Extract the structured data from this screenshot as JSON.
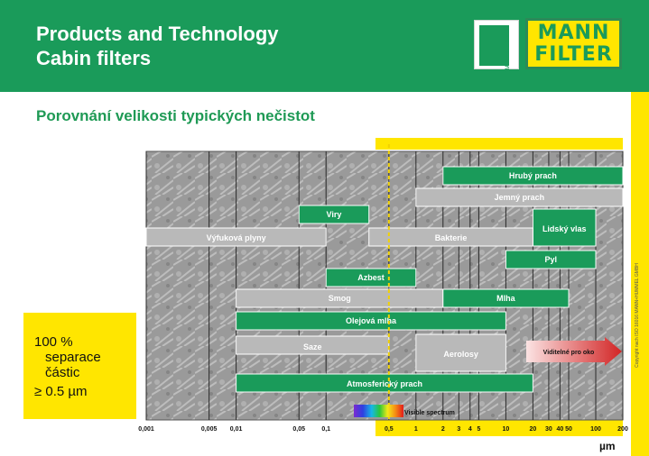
{
  "header": {
    "title_line1": "Products and Technology",
    "title_line2": "Cabin filters",
    "logo_mann_hummel": "MANN+HUMMEL",
    "logo_mann_filter_line1": "MANN",
    "logo_mann_filter_line2": "FILTER"
  },
  "subtitle": "Porovnání velikosti typických nečistot",
  "legend": {
    "line1": "100 %",
    "line2": "separace",
    "line3": "částic",
    "line4": "≥ 0.5 µm"
  },
  "copyright": "Copyright nach ISO 16016 MANN+HUMMEL GMBH",
  "colors": {
    "brand_green": "#1a9b5a",
    "bar_green": "#1a9b5a",
    "bar_gray": "#b9b9b9",
    "accent_yellow": "#ffe600",
    "threshold_line": "#f2d200",
    "visible_arrow_red": "#d22525"
  },
  "chart_data": {
    "type": "range-bar",
    "xscale": "log",
    "xlim": [
      0.001,
      200
    ],
    "unit": "µm",
    "tick_labels": [
      {
        "value": 0.001,
        "label": "0,001"
      },
      {
        "value": 0.005,
        "label": "0,005"
      },
      {
        "value": 0.01,
        "label": "0,01"
      },
      {
        "value": 0.05,
        "label": "0,05"
      },
      {
        "value": 0.1,
        "label": "0,1"
      },
      {
        "value": 0.5,
        "label": "0,5"
      },
      {
        "value": 1,
        "label": "1"
      },
      {
        "value": 2,
        "label": "2"
      },
      {
        "value": 3,
        "label": "3"
      },
      {
        "value": 4,
        "label": "4"
      },
      {
        "value": 5,
        "label": "5"
      },
      {
        "value": 10,
        "label": "10"
      },
      {
        "value": 20,
        "label": "20"
      },
      {
        "value": 30,
        "label": "30"
      },
      {
        "value": 40,
        "label": "40"
      },
      {
        "value": 50,
        "label": "50"
      },
      {
        "value": 100,
        "label": "100"
      },
      {
        "value": 200,
        "label": "200"
      }
    ],
    "threshold": 0.5,
    "ranges": [
      {
        "name": "Hrubý prach",
        "from": 2,
        "to": 200,
        "color": "green"
      },
      {
        "name": "Jemný prach",
        "from": 1,
        "to": 200,
        "color": "gray"
      },
      {
        "name": "Viry",
        "from": 0.05,
        "to": 0.3,
        "color": "green"
      },
      {
        "name": "Lidský vlas",
        "from": 20,
        "to": 100,
        "color": "green"
      },
      {
        "name": "Výfuková plyny",
        "from": 0.001,
        "to": 0.1,
        "color": "gray"
      },
      {
        "name": "Bakterie",
        "from": 0.3,
        "to": 20,
        "color": "gray"
      },
      {
        "name": "Pyl",
        "from": 10,
        "to": 100,
        "color": "green"
      },
      {
        "name": "Azbest",
        "from": 0.1,
        "to": 1,
        "color": "green"
      },
      {
        "name": "Smog",
        "from": 0.01,
        "to": 2,
        "color": "gray"
      },
      {
        "name": "Mlha",
        "from": 2,
        "to": 50,
        "color": "green"
      },
      {
        "name": "Olejová mlha",
        "from": 0.01,
        "to": 10,
        "color": "green"
      },
      {
        "name": "Saze",
        "from": 0.01,
        "to": 0.5,
        "color": "gray"
      },
      {
        "name": "Aerolosy",
        "from": 1,
        "to": 10,
        "color": "gray"
      },
      {
        "name": "Atmosferický prach",
        "from": 0.01,
        "to": 20,
        "color": "green"
      }
    ],
    "visible_spectrum": {
      "label": "Visible spectrum",
      "from": 0.38,
      "to": 0.78
    },
    "visible_to_eye": {
      "label": "Viditelné pro oko",
      "from": 10,
      "to": 200
    }
  }
}
